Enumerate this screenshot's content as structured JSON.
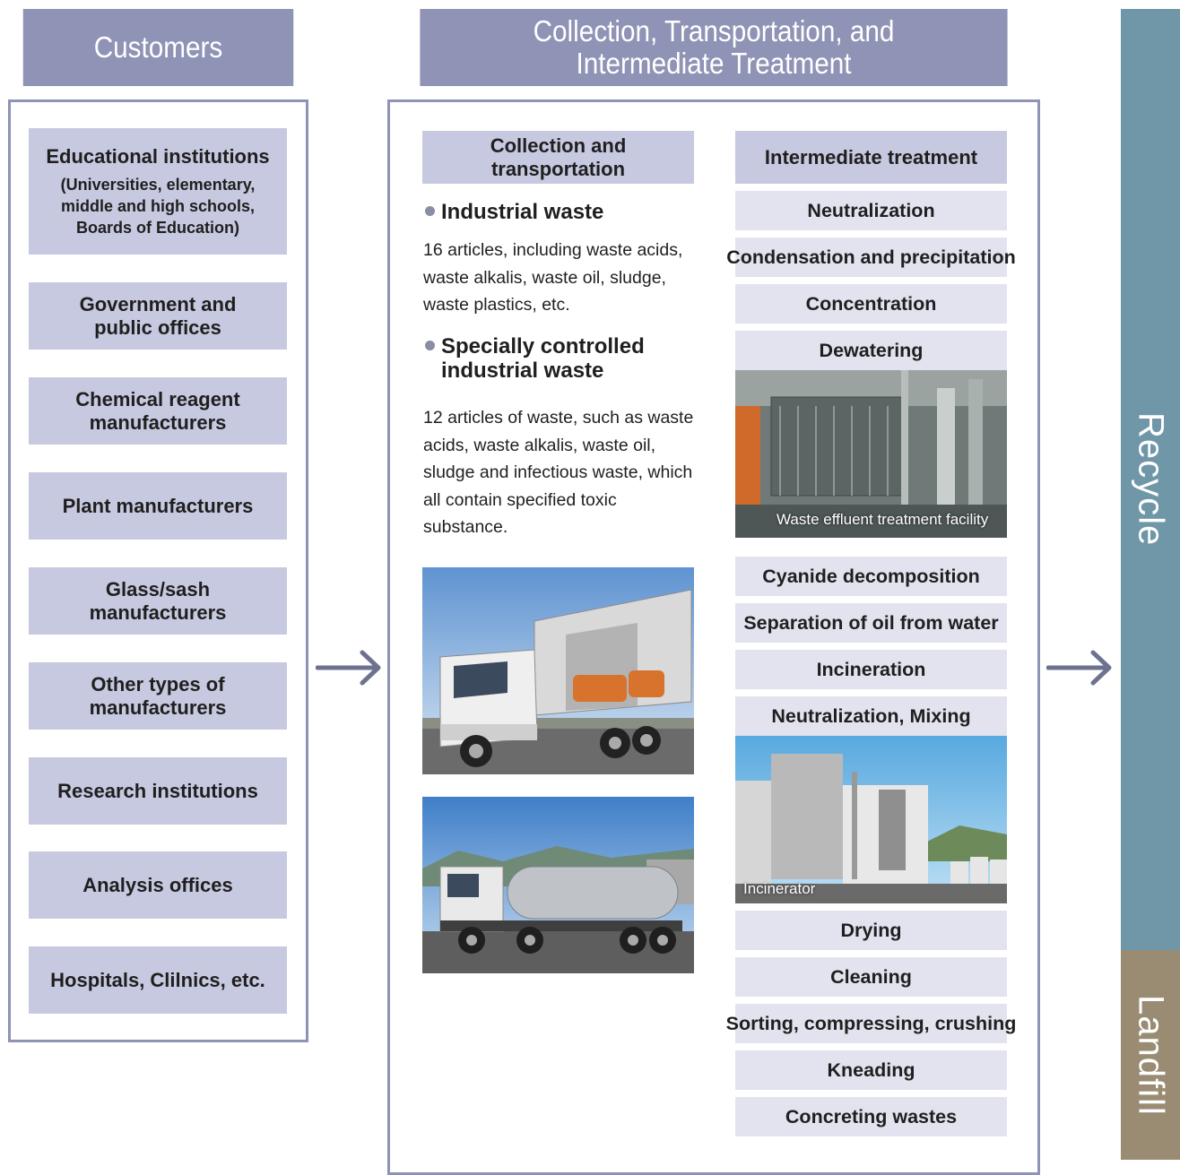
{
  "customers": {
    "title": "Customers",
    "items": [
      {
        "label": "Educational institutions",
        "sub": "(Universities, elementary, middle and high schools, Boards of Education)"
      },
      {
        "label": "Government and public offices"
      },
      {
        "label": "Chemical reagent manufacturers"
      },
      {
        "label": "Plant manufacturers"
      },
      {
        "label": "Glass/sash manufacturers"
      },
      {
        "label": "Other types of manufacturers"
      },
      {
        "label": "Research institutions"
      },
      {
        "label": "Analysis offices"
      },
      {
        "label": "Hospitals, Clilnics, etc."
      }
    ]
  },
  "process": {
    "title": "Collection, Transportation, and Intermediate Treatment",
    "collection": {
      "title": "Collection and transportation",
      "industrial": {
        "title": "Industrial waste",
        "text": "16 articles, including waste acids, waste alkalis, waste oil, sludge, waste plastics, etc."
      },
      "special": {
        "title": "Specially controlled industrial waste",
        "text": "12 articles of waste, such as waste acids, waste alkalis, waste oil, sludge and infectious waste, which all contain specified toxic substance."
      }
    },
    "treatment": {
      "title": "Intermediate treatment",
      "group1": [
        "Neutralization",
        "Condensation and precipitation",
        "Concentration",
        "Dewatering"
      ],
      "photo1_caption": "Waste effluent treatment facility",
      "group2": [
        "Cyanide decomposition",
        "Separation of oil from water",
        "Incineration",
        "Neutralization, Mixing"
      ],
      "photo2_caption": "Incinerator",
      "group3": [
        "Drying",
        "Cleaning",
        "Sorting, compressing, crushing",
        "Kneading",
        "Concreting wastes"
      ]
    }
  },
  "outcomes": {
    "recycle": "Recycle",
    "landfill": "Landfill"
  },
  "colors": {
    "header": "#8f93b5",
    "box": "#c7c9e0",
    "light_box": "#e2e3ef",
    "arrow": "#6e7290",
    "recycle": "#6f97a8",
    "landfill": "#9a8c72"
  }
}
